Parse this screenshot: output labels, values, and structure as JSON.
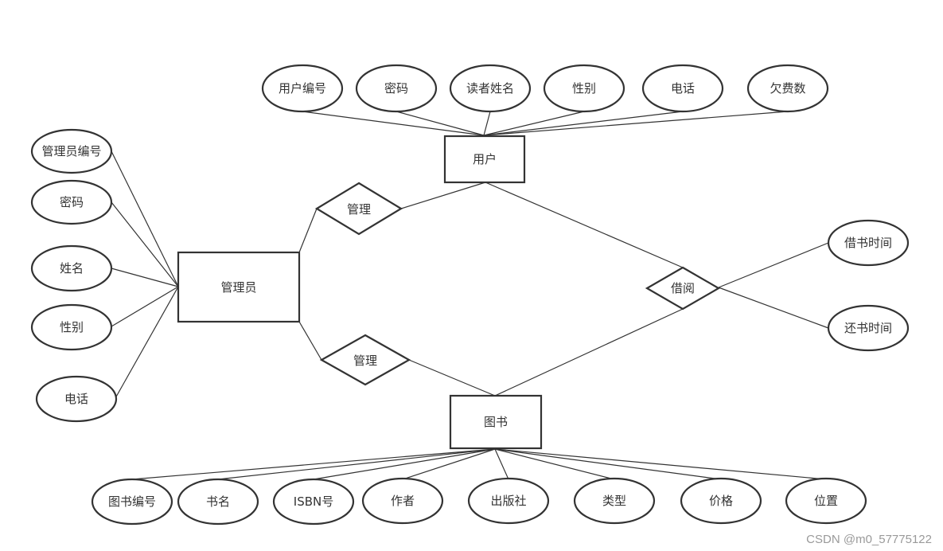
{
  "entities": {
    "user": "用户",
    "admin": "管理员",
    "book": "图书"
  },
  "relationships": {
    "manage_user": "管理",
    "manage_book": "管理",
    "borrow": "借阅"
  },
  "attributes": {
    "user": [
      "用户编号",
      "密码",
      "读者姓名",
      "性别",
      "电话",
      "欠费数"
    ],
    "admin": [
      "管理员编号",
      "密码",
      "姓名",
      "性别",
      "电话"
    ],
    "book": [
      "图书编号",
      "书名",
      "ISBN号",
      "作者",
      "出版社",
      "类型",
      "价格",
      "位置"
    ],
    "borrow": [
      "借书时间",
      "还书时间"
    ]
  },
  "watermark": "CSDN @m0_57775122"
}
